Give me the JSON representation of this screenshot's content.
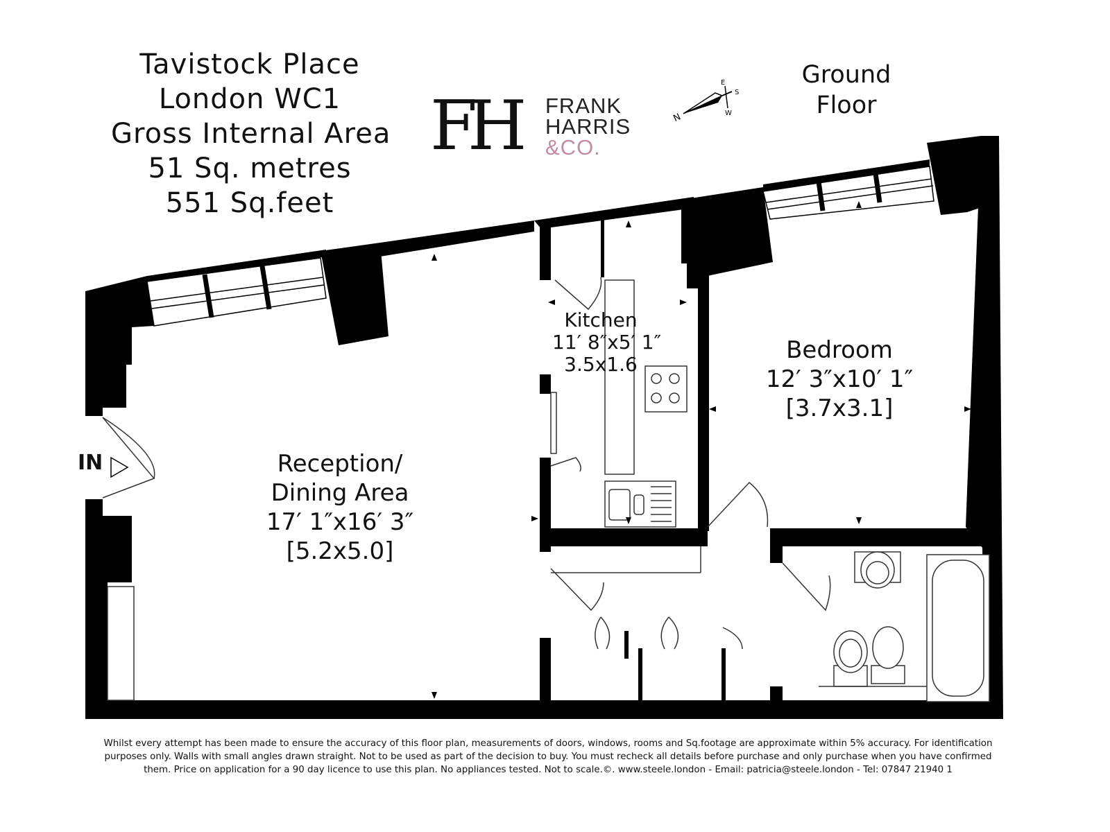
{
  "address": {
    "line1": "Tavistock Place",
    "line2": "London WC1",
    "line3": "Gross Internal Area",
    "line4": "51 Sq. metres",
    "line5": "551 Sq.feet"
  },
  "floor": {
    "line1": "Ground",
    "line2": "Floor"
  },
  "logo": {
    "monogram": "FH",
    "line1": "FRANK",
    "line2": "HARRIS",
    "line3": "&CO."
  },
  "compass": {
    "n": "N",
    "e": "E",
    "s": "S",
    "w": "W"
  },
  "entrance_label": "IN",
  "rooms": {
    "kitchen": {
      "name": "Kitchen",
      "size_imperial": "11′ 8″x5′ 1″",
      "size_metric": "3.5x1.6"
    },
    "bedroom": {
      "name": "Bedroom",
      "size_imperial": "12′ 3″x10′ 1″",
      "size_metric": "[3.7x3.1]"
    },
    "reception": {
      "name_line1": "Reception/",
      "name_line2": "Dining Area",
      "size_imperial": "17′ 1″x16′ 3″",
      "size_metric": "[5.2x5.0]"
    }
  },
  "disclaimer": {
    "line1": "Whilst every attempt has been made to ensure the accuracy of this floor plan, measurements of doors, windows, rooms and Sq.footage are approximate within 5% accuracy. For identification",
    "line2": "purposes only. Walls with small angles drawn straight. Not to be used as part of the decision to buy. You must recheck all details before purchase and only purchase when you have confirmed",
    "line3": "them. Price on application for a 90 day licence to use this plan. No appliances tested.  Not to scale.©.  www.steele.london - Email: patricia@steele.london - Tel: 07847 21940    1"
  },
  "colors": {
    "wall": "#000000",
    "fixture_stroke": "#444444",
    "accent": "#c48aa4",
    "background": "#ffffff"
  }
}
